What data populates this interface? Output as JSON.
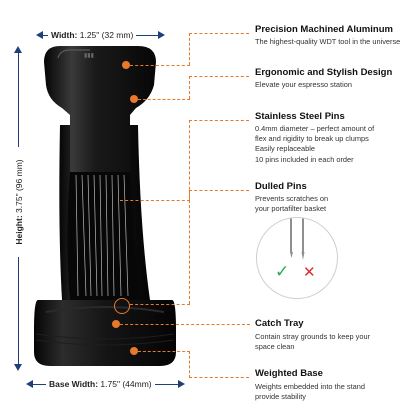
{
  "dimensions": {
    "width_label": "Width:",
    "width_value": "1.25\" (32 mm)",
    "height_label": "Height:",
    "height_value": "3.75\" (96 mm)",
    "base_width_label": "Base Width:",
    "base_width_value": "1.75\" (44mm)"
  },
  "features": [
    {
      "title": "Precision Machined Aluminum",
      "desc": [
        "The highest-quality WDT tool in the universe"
      ]
    },
    {
      "title": "Ergonomic and Stylish Design",
      "desc": [
        "Elevate your espresso station"
      ]
    },
    {
      "title": "Stainless Steel Pins",
      "desc": [
        "0.4mm diameter – perfect amount of",
        "flex and rigidity to break up clumps",
        "Easily replaceable",
        "10 pins included in each order"
      ]
    },
    {
      "title": "Dulled Pins",
      "desc": [
        "Prevents scratches on",
        "your portafilter basket"
      ]
    },
    {
      "title": "Catch Tray",
      "desc": [
        "Contain stray grounds to keep your",
        "space clean"
      ]
    },
    {
      "title": "Weighted Base",
      "desc": [
        "Weights embedded into the stand",
        "provide stability"
      ]
    }
  ],
  "colors": {
    "accent": "#e8792b",
    "dimension": "#1f3f7a",
    "product": "#111111"
  }
}
